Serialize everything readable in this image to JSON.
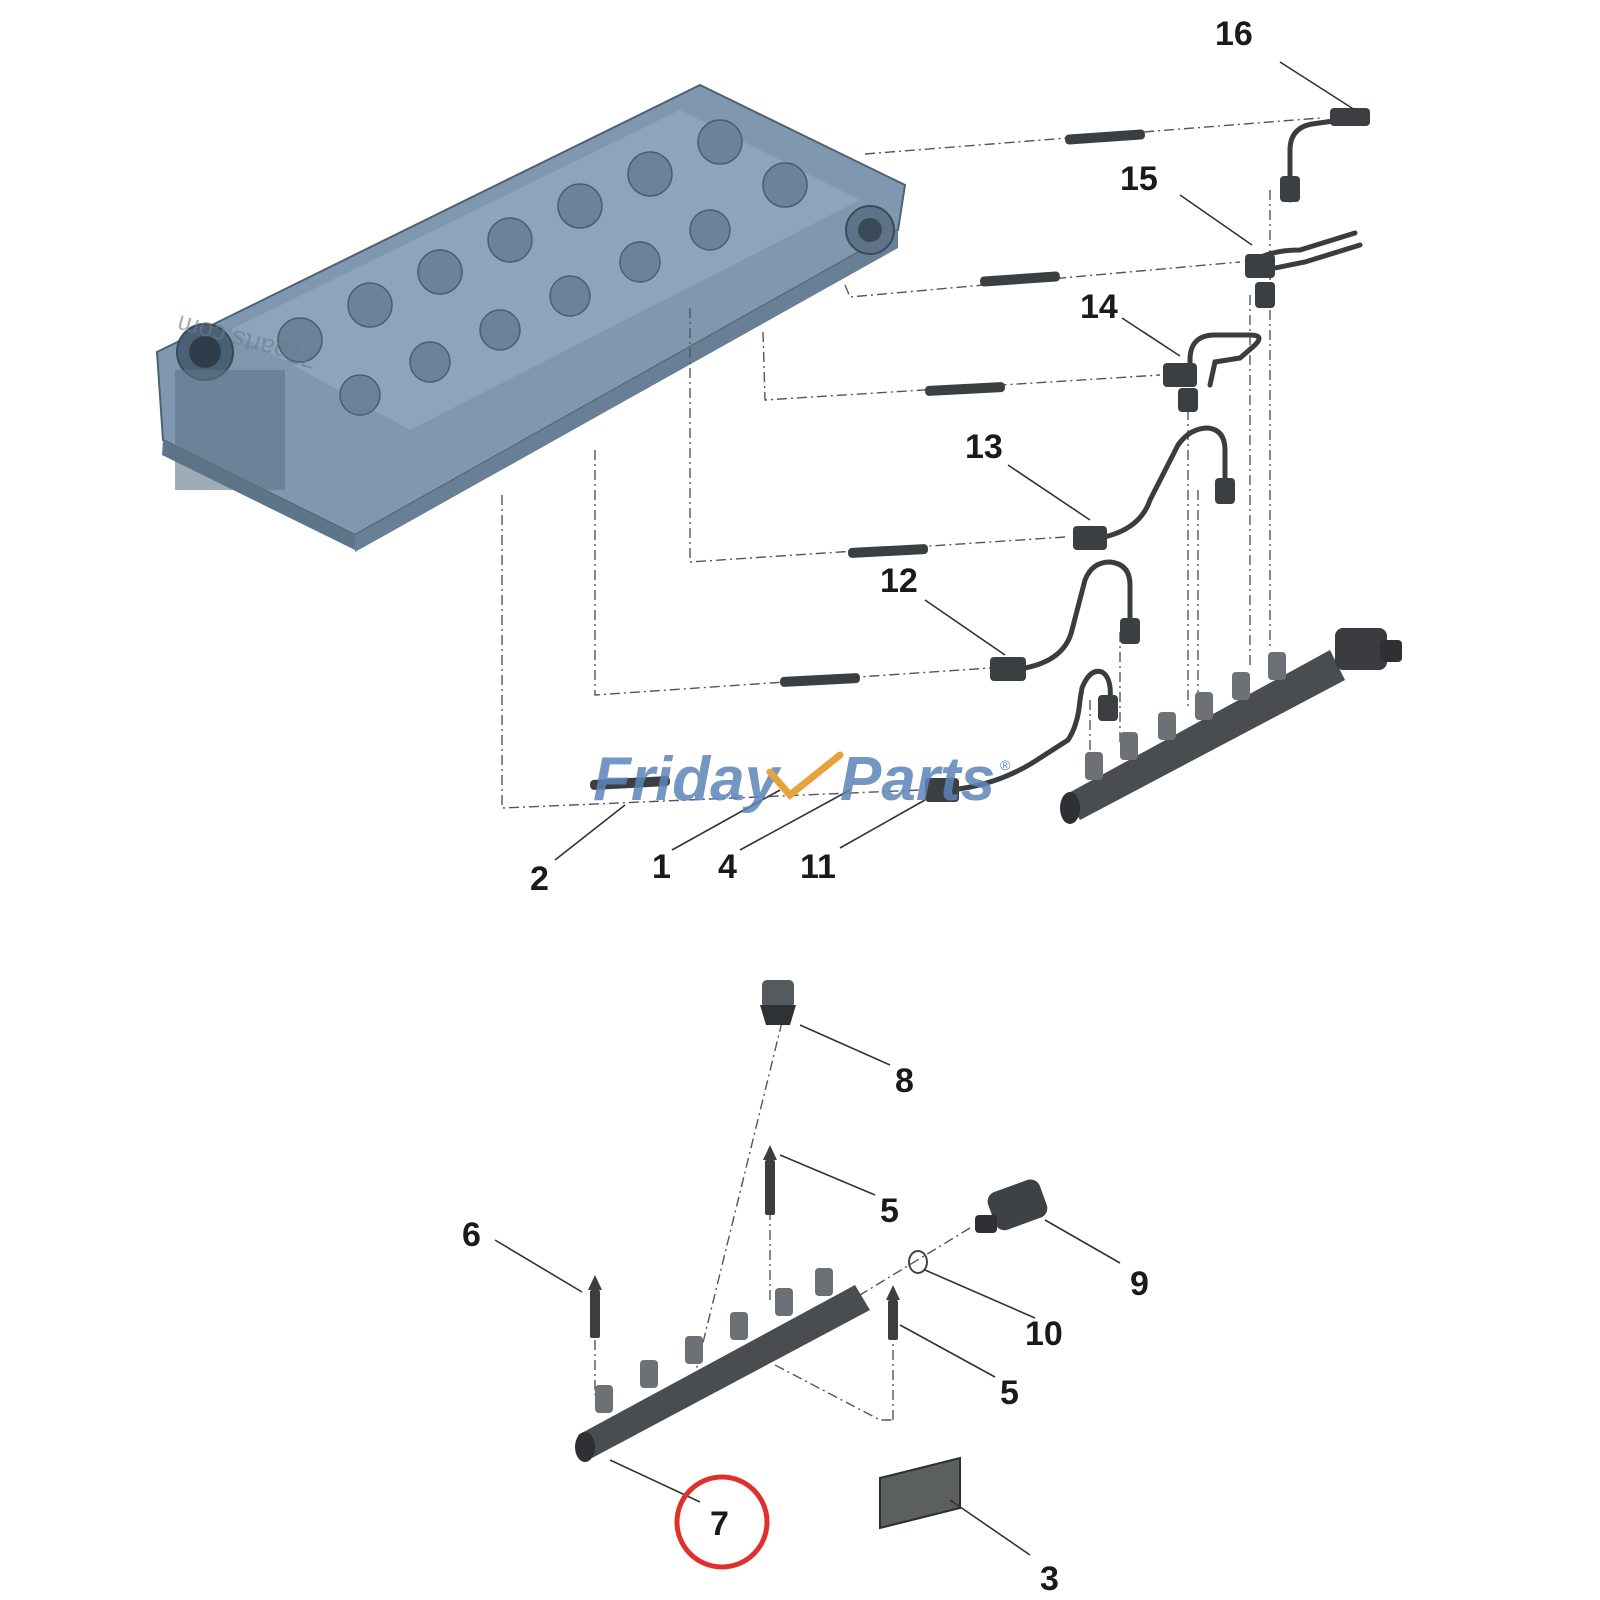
{
  "watermark": {
    "brand_left": "Friday",
    "brand_right": "Parts",
    "registered": "®",
    "site": "77parts.com"
  },
  "callouts": {
    "c1": "1",
    "c2": "2",
    "c3": "3",
    "c4": "4",
    "c5a": "5",
    "c5b": "5",
    "c6": "6",
    "c7": "7",
    "c8": "8",
    "c9": "9",
    "c10": "10",
    "c11": "11",
    "c12": "12",
    "c13": "13",
    "c14": "14",
    "c15": "15",
    "c16": "16"
  },
  "highlight": {
    "part": "7",
    "color": "#e0302b"
  },
  "colors": {
    "engine_block": "#7f98b0",
    "parts": "#3c3f42",
    "watermark": "#5b84b8"
  }
}
